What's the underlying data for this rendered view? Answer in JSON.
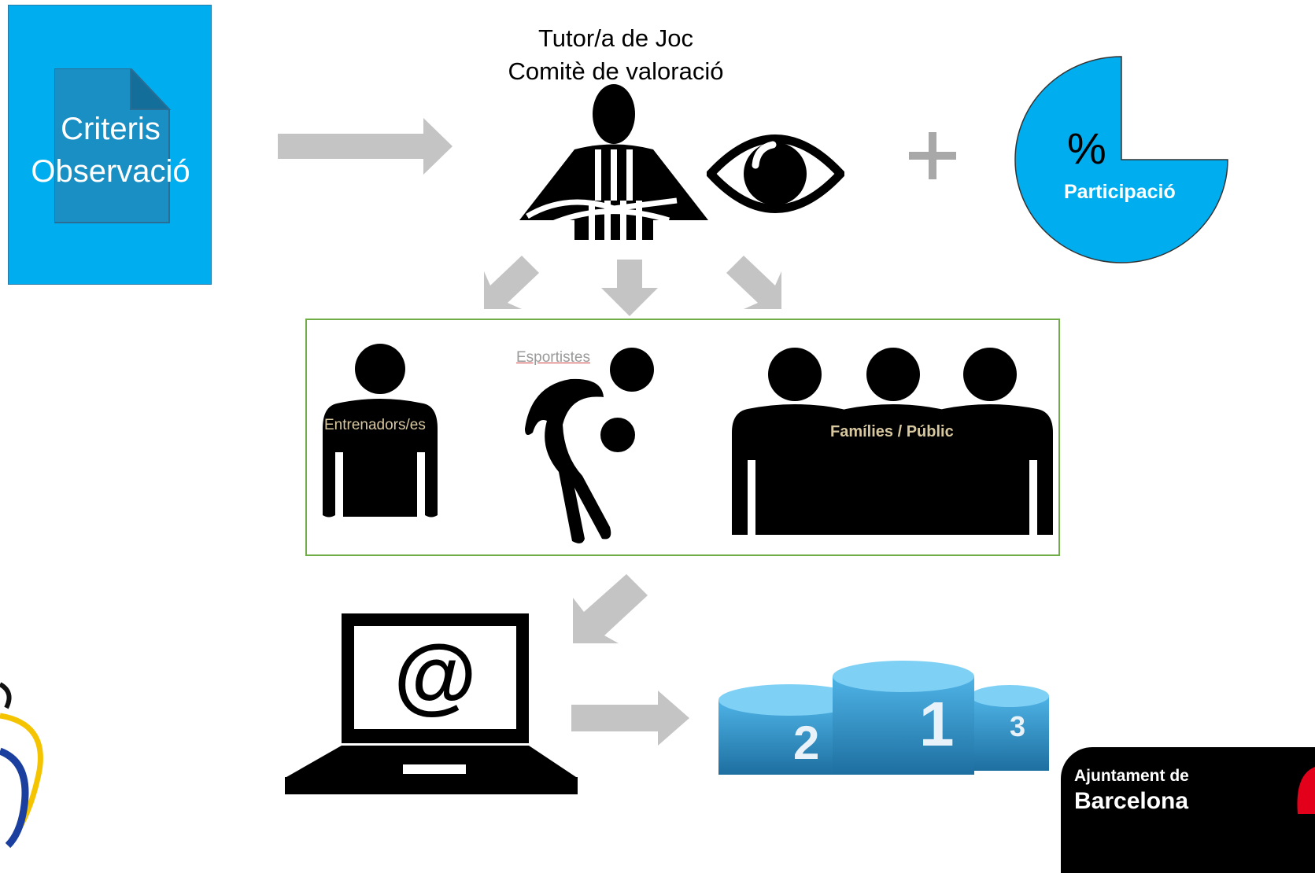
{
  "criteris": {
    "line1": "Criteris",
    "line2": "Observació"
  },
  "tutor": {
    "line1": "Tutor/a de Joc",
    "line2": "Comitè de valoració"
  },
  "plus_sign": "+",
  "participacio": {
    "symbol": "%",
    "label": "Participació"
  },
  "groups": {
    "coaches": "Entrenadors/es",
    "athletes": "Esportistes",
    "families": "Famílies / Públic"
  },
  "laptop": {
    "symbol": "@"
  },
  "podium": {
    "first": "1",
    "second": "2",
    "third": "3"
  },
  "logo": {
    "line1": "Ajuntament de",
    "line2": "Barcelona"
  },
  "colors": {
    "accent_blue": "#00aeef",
    "arrow_gray": "#c4c4c4",
    "group_border": "#70ad47",
    "podium_blue": "#2f8fc0"
  }
}
